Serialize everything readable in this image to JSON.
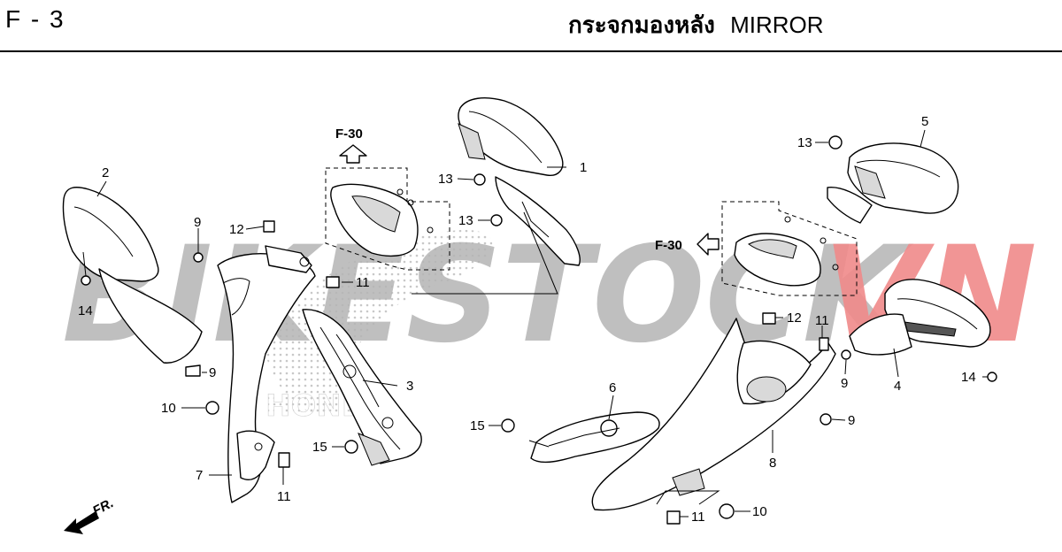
{
  "header": {
    "page_code": "F - 3",
    "title_thai": "กระจกมองหลัง",
    "title_en": "MIRROR"
  },
  "watermark": {
    "text_main": "BIKESTOCK",
    "text_accent": "VN",
    "color_main": "#b0b0b0",
    "color_accent": "#f08080",
    "honda_text": "HONDA"
  },
  "references": {
    "left": "F-30",
    "right": "F-30"
  },
  "direction": {
    "label": "FR."
  },
  "callouts": {
    "c1": "1",
    "c2": "2",
    "c3": "3",
    "c4": "4",
    "c5": "5",
    "c6": "6",
    "c7": "7",
    "c8": "8",
    "c9a": "9",
    "c9b": "9",
    "c9c": "9",
    "c9d": "9",
    "c10a": "10",
    "c10b": "10",
    "c11a": "11",
    "c11b": "11",
    "c11c": "11",
    "c11d": "11",
    "c12a": "12",
    "c12b": "12",
    "c13a": "13",
    "c13b": "13",
    "c13c": "13",
    "c14a": "14",
    "c14b": "14",
    "c15a": "15",
    "c15b": "15"
  }
}
